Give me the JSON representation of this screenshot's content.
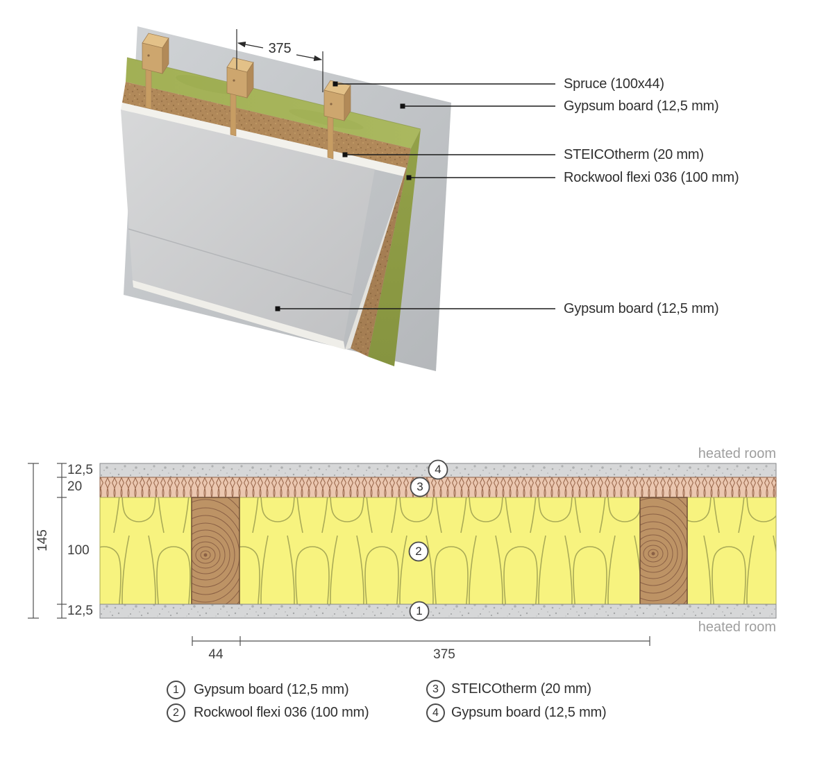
{
  "iso_view": {
    "dim_spacing": "375",
    "labels": {
      "spruce": "Spruce (100x44)",
      "gypsum_back": "Gypsum board (12,5 mm)",
      "steico": "STEICOtherm (20 mm)",
      "rockwool": "Rockwool flexi 036 (100 mm)",
      "gypsum_front": "Gypsum board (12,5 mm)"
    }
  },
  "cross_section": {
    "heated_room_top": "heated room",
    "heated_room_bottom": "heated room",
    "dims_left": {
      "total": "145",
      "gypsum_top": "12,5",
      "steico": "20",
      "rockwool": "100",
      "gypsum_bottom": "12,5"
    },
    "dims_bottom": {
      "stud_width": "44",
      "stud_spacing": "375"
    },
    "markers": {
      "m1": "1",
      "m2": "2",
      "m3": "3",
      "m4": "4"
    }
  },
  "legend": {
    "items": [
      {
        "num": "1",
        "label": "Gypsum board (12,5 mm)"
      },
      {
        "num": "2",
        "label": "Rockwool flexi 036 (100 mm)"
      },
      {
        "num": "3",
        "label": "STEICOtherm (20 mm)"
      },
      {
        "num": "4",
        "label": "Gypsum board (12,5 mm)"
      }
    ]
  },
  "colors": {
    "gypsum_gray": "#d6d7d8",
    "steico_surface": "#ebc7b0",
    "steico_hatch": "#9b6a4f",
    "rockwool_yellow": "#f7f37f",
    "rockwool_line": "#a9aa56",
    "wood_fill": "#bd9365",
    "wood_grain": "#8a6045",
    "insulation_green": "#a7b45c",
    "steico_brown": "#b1895a",
    "panel_gray": "#c9ccce",
    "label_text": "#2f2f2f",
    "muted_text": "#9e9e9e"
  }
}
